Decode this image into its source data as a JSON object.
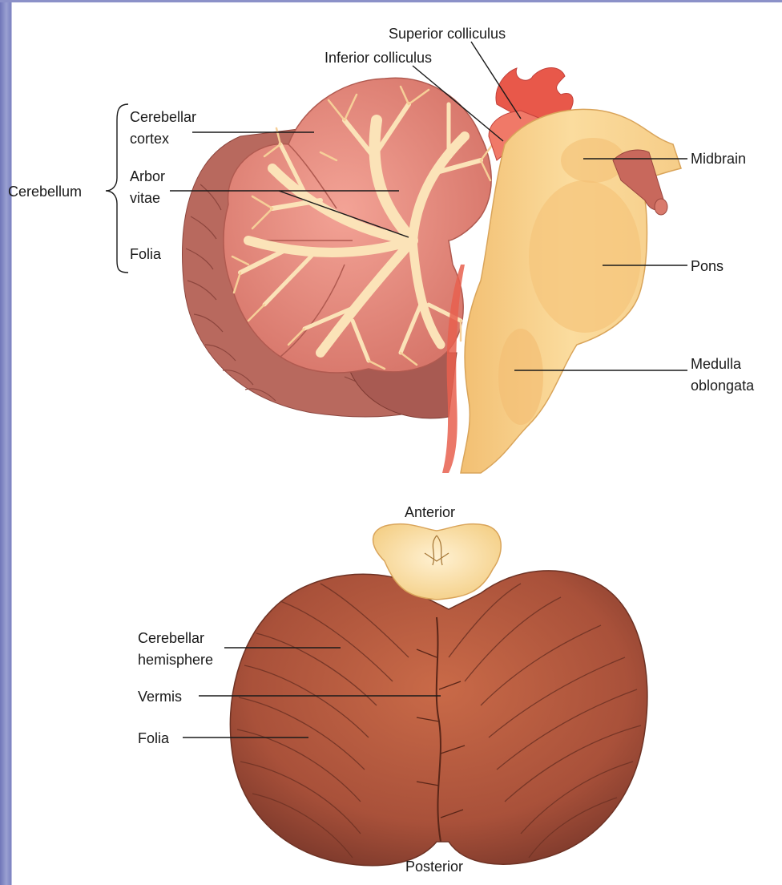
{
  "labels": {
    "superior_colliculus": "Superior colliculus",
    "inferior_colliculus": "Inferior colliculus",
    "cerebellar_cortex_1": "Cerebellar",
    "cerebellar_cortex_2": "cortex",
    "arbor_vitae_1": "Arbor",
    "arbor_vitae_2": "vitae",
    "folia_top": "Folia",
    "cerebellum": "Cerebellum",
    "midbrain": "Midbrain",
    "pons": "Pons",
    "medulla_1": "Medulla",
    "medulla_2": "oblongata",
    "anterior": "Anterior",
    "cerebellar_hemisphere_1": "Cerebellar",
    "cerebellar_hemisphere_2": "hemisphere",
    "vermis": "Vermis",
    "folia_bottom": "Folia",
    "posterior": "Posterior"
  },
  "colors": {
    "frame": "#8b91c8",
    "cortex": "#e98a7c",
    "cortex_dark": "#b85a52",
    "arbor": "#fbe3b8",
    "brainstem": "#f7cf8a",
    "brainstem_light": "#fbe0a8",
    "colliculus": "#e8584a",
    "hemisphere": "#b5583c",
    "hemisphere_dark": "#7e3a2c"
  }
}
